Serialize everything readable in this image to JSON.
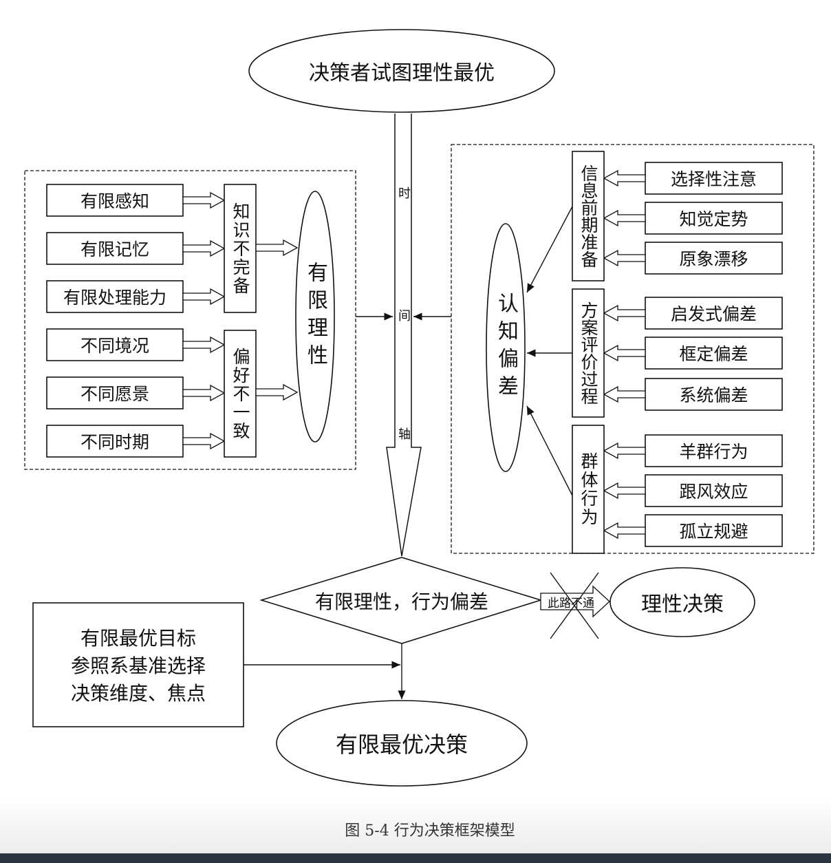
{
  "top_ellipse": "决策者试图理性最优",
  "time_axis": [
    "时",
    "间",
    "轴"
  ],
  "left_group": {
    "inputs": [
      "有限感知",
      "有限记忆",
      "有限处理能力",
      "不同境况",
      "不同愿景",
      "不同时期"
    ],
    "middle": [
      "知识不完备",
      "偏好不一致"
    ],
    "ellipse": "有限理性"
  },
  "right_group": {
    "inputs": [
      "选择性注意",
      "知觉定势",
      "原象漂移",
      "启发式偏差",
      "框定偏差",
      "系统偏差",
      "羊群行为",
      "跟风效应",
      "孤立规避"
    ],
    "middle": [
      "信息前期准备",
      "方案评价过程",
      "群体行为"
    ],
    "ellipse": "认知偏差"
  },
  "diamond": "有限理性，行为偏差",
  "blocked_arrow": "此路不通",
  "rational_decision": "理性决策",
  "reference_box": [
    "有限最优目标",
    "参照系基准选择",
    "决策维度、焦点"
  ],
  "final_ellipse": "有限最优决策",
  "caption": "图 5-4  行为决策框架模型"
}
